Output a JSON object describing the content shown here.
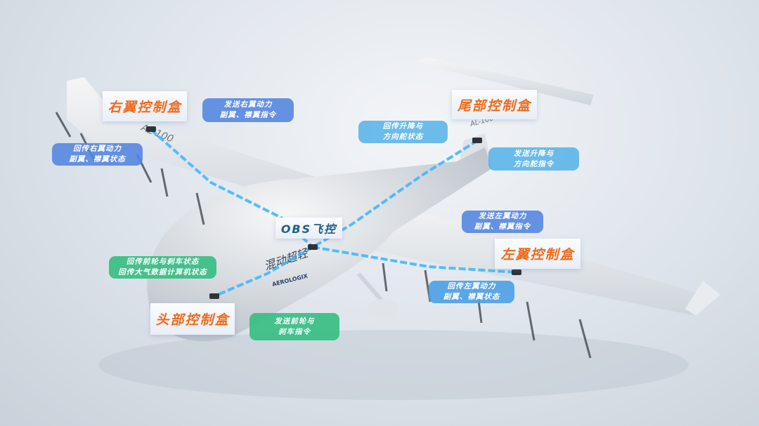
{
  "boxes": {
    "right_wing": "右翼控制盒",
    "tail": "尾部控制盒",
    "flight_control": "OBS飞控",
    "left_wing": "左翼控制盒",
    "head": "头部控制盒"
  },
  "messages": {
    "send_right": [
      "发送右翼动力",
      "副翼、襟翼指令"
    ],
    "return_right": [
      "回传右翼动力",
      "副翼、襟翼状态"
    ],
    "return_tail": [
      "回传升降与",
      "方向舵状态"
    ],
    "send_tail": [
      "发送升降与",
      "方向舵指令"
    ],
    "send_left": [
      "发送左翼动力",
      "副翼、襟翼指令"
    ],
    "return_left": [
      "回传左翼动力",
      "副翼、襟翼状态"
    ],
    "return_head": [
      "回传前轮与刹车状态",
      "回传大气数据计算机状态"
    ],
    "send_head": [
      "发送前轮与",
      "刹车指令"
    ]
  },
  "aircraft_markings": [
    "AL-100",
    "混动超轻",
    "AEROLOGIX"
  ],
  "colors": {
    "accent_orange": "#f06a1a",
    "link_cyan": "#38b6ff"
  }
}
